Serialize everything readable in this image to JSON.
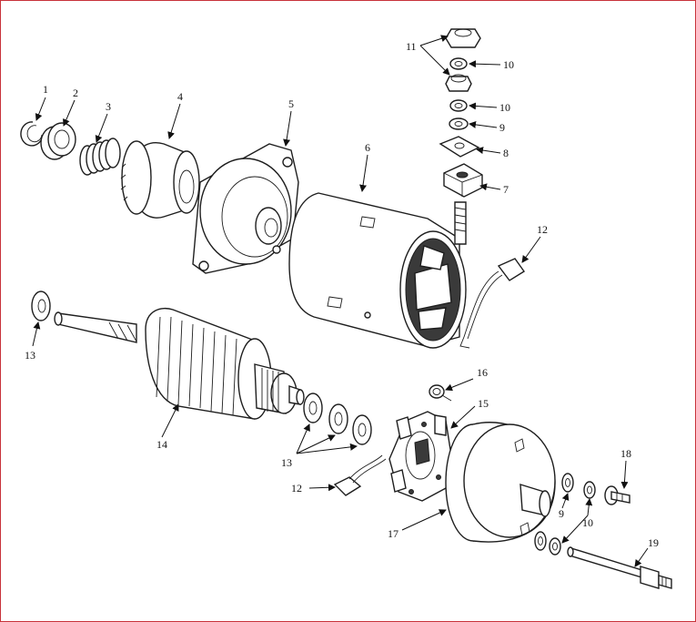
{
  "callouts": {
    "c1": "1",
    "c2": "2",
    "c3": "3",
    "c4": "4",
    "c5": "5",
    "c6": "6",
    "c7": "7",
    "c8": "8",
    "c9a": "9",
    "c10a": "10",
    "c10b": "10",
    "c11": "11",
    "c12a": "12",
    "c13a": "13",
    "c14": "14",
    "c13b": "13",
    "c16": "16",
    "c15": "15",
    "c12b": "12",
    "c18": "18",
    "c9b": "9",
    "c10c": "10",
    "c17": "17",
    "c19": "19"
  },
  "colors": {
    "border": "#c8323a",
    "ink": "#1e1e1e"
  }
}
